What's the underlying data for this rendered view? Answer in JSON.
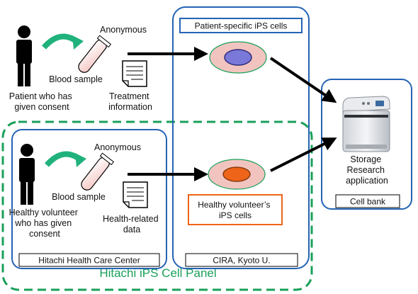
{
  "top": {
    "anonymous": "Anonymous",
    "blood_sample": "Blood sample",
    "patient_lines": [
      "Patient who has",
      "given consent"
    ],
    "treatment_lines": [
      "Treatment",
      "information"
    ]
  },
  "bottom": {
    "anonymous": "Anonymous",
    "blood_sample": "Blood sample",
    "volunteer_lines": [
      "Healthy volunteer",
      "who has given",
      "consent"
    ],
    "health_lines": [
      "Health-related",
      "data"
    ]
  },
  "cira": {
    "patient_cells_label": "Patient-specific iPS cells",
    "healthy_cells_lines": [
      "Healthy volunteer’s",
      "iPS cells"
    ],
    "footer": "CIRA, Kyoto U."
  },
  "hitachi": {
    "footer": "Hitachi Health Care Center",
    "panel_title": "Hitachi iPS Cell Panel"
  },
  "bank": {
    "lines": [
      "Storage",
      "Research",
      "application"
    ],
    "footer": "Cell bank"
  },
  "colors": {
    "blue_box": "#2464b4",
    "green_panel": "#1aa05a",
    "green_arrow": "#20b27c",
    "cell_outer": "#f2c4c0",
    "cell_inner_patient": "#7a78d8",
    "cell_inner_healthy": "#ee6418",
    "orange_border": "#ee6418"
  }
}
